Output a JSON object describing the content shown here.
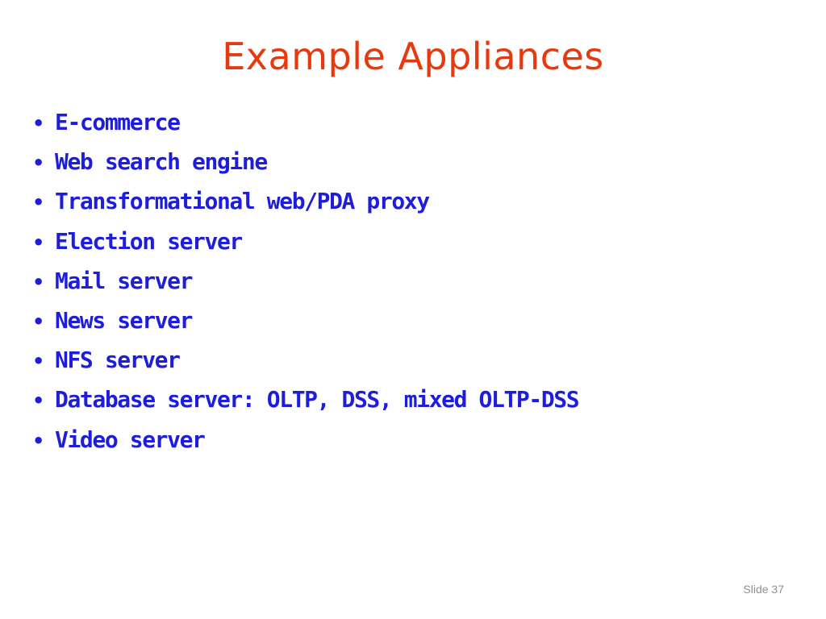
{
  "slide": {
    "title": "Example Appliances",
    "bullet_glyph": "•",
    "bullets": [
      "E-commerce",
      "Web search engine",
      "Transformational web/PDA proxy",
      "Election server",
      "Mail server",
      "News server",
      "NFS server",
      "Database server: OLTP, DSS, mixed OLTP-DSS",
      "Video server"
    ],
    "slide_number": "Slide 37"
  },
  "colors": {
    "title": "#e8380d",
    "bullet_text": "#1d1ddb",
    "slide_number": "#8f8f8f",
    "background": "#ffffff"
  }
}
